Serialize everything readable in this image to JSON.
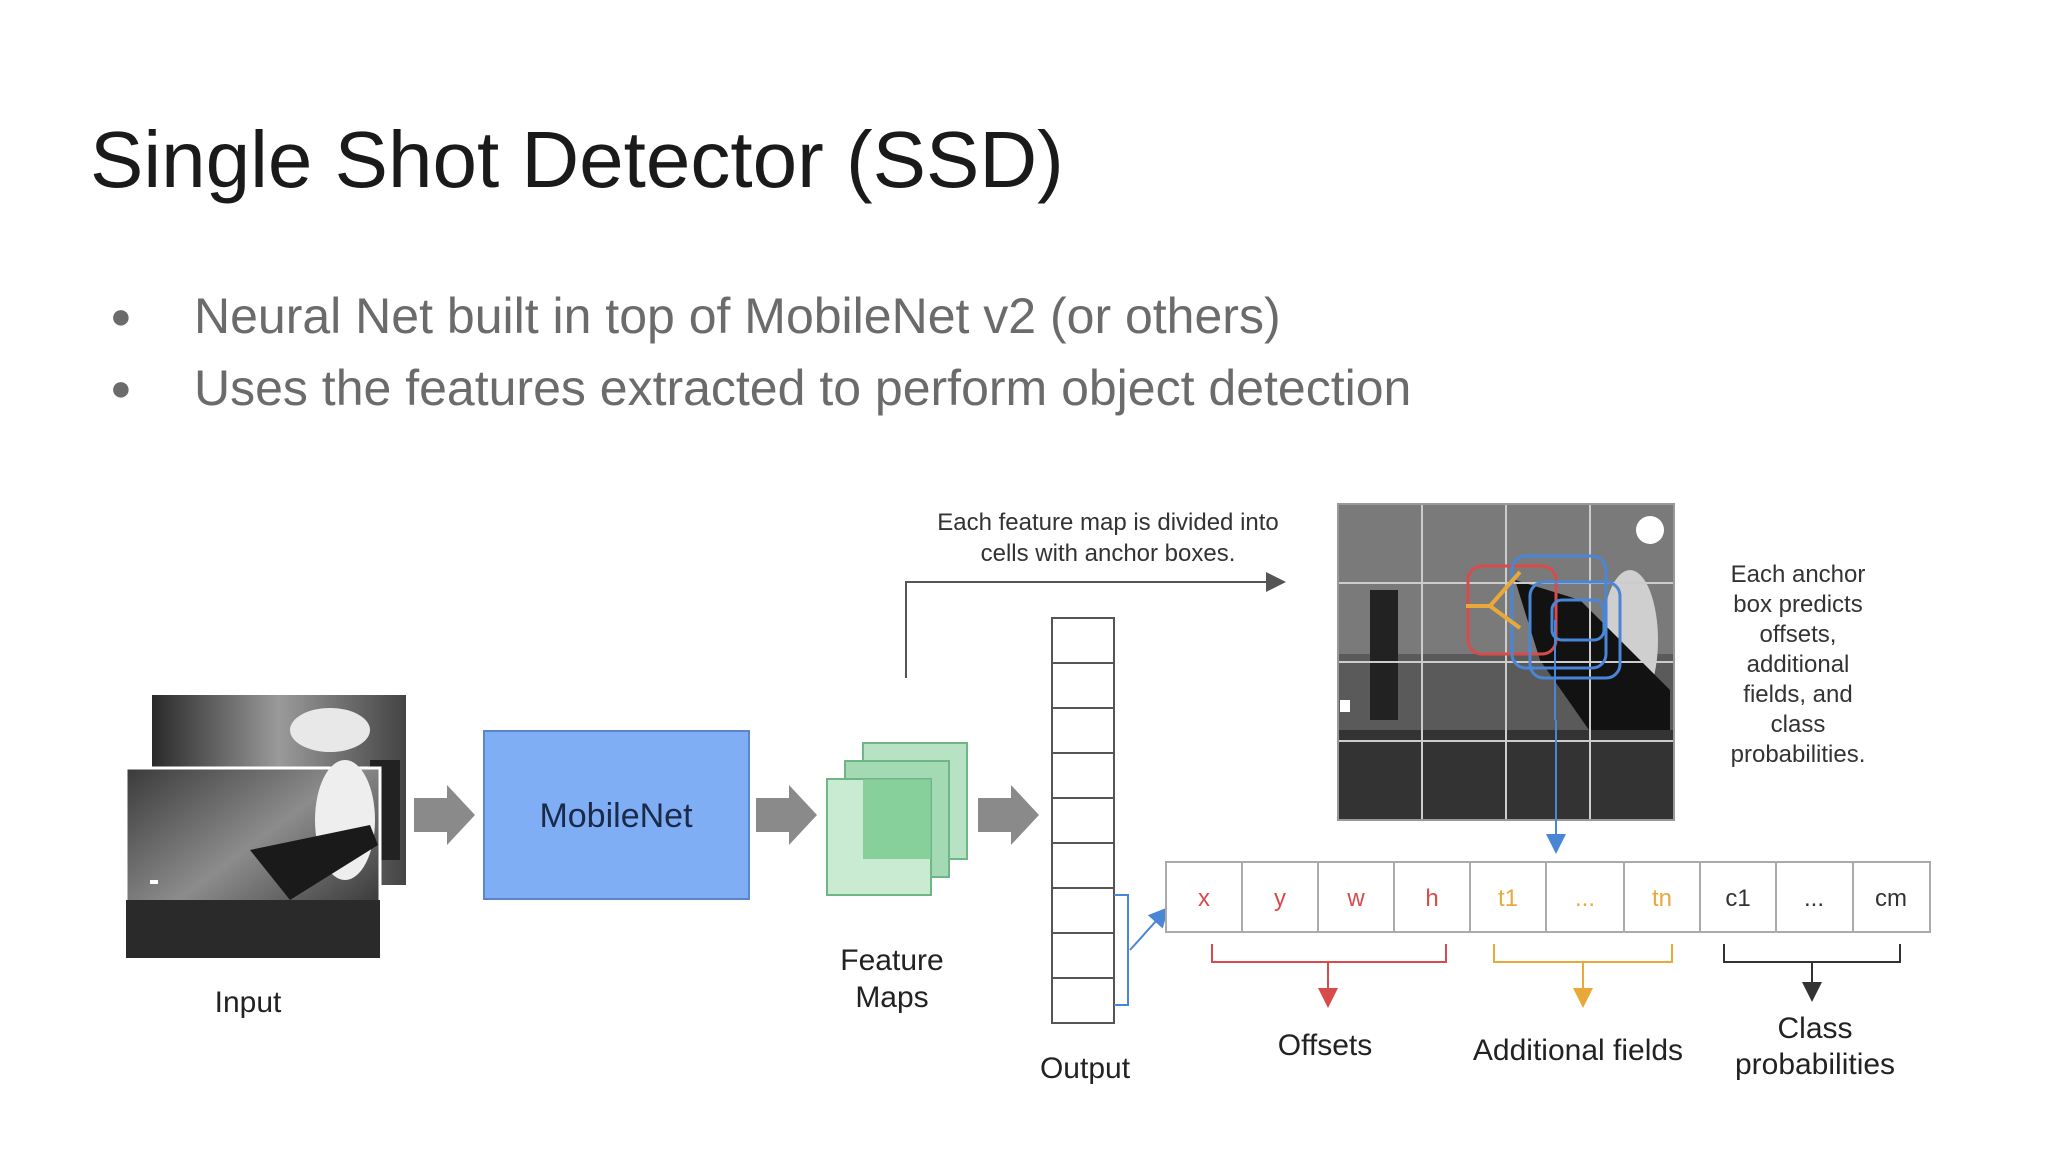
{
  "slide": {
    "title": "Single Shot Detector (SSD)",
    "bullets": [
      "Neural Net built in top of MobileNet v2 (or others)",
      "Uses the features extracted to perform object detection"
    ]
  },
  "diagram": {
    "input_label": "Input",
    "mobilenet_label": "MobileNet",
    "feature_maps_label": [
      "Feature",
      "Maps"
    ],
    "output_label": "Output",
    "anchor_note": [
      "Each feature map is divided into",
      "cells with anchor boxes."
    ],
    "prediction_note": [
      "Each anchor",
      "box predicts",
      "offsets,",
      "additional",
      "fields, and",
      "class",
      "probabilities."
    ],
    "vector_cells": {
      "offsets": [
        "x",
        "y",
        "w",
        "h"
      ],
      "additional": [
        "t1",
        "...",
        "tn"
      ],
      "classes": [
        "c1",
        "...",
        "cm"
      ]
    },
    "group_labels": {
      "offsets": "Offsets",
      "additional": "Additional fields",
      "classes": [
        "Class",
        "probabilities"
      ]
    },
    "colors": {
      "mobilenet": "#80aef5",
      "feature_maps": "#93d3a5",
      "offsets": "#d94a4a",
      "additional": "#e8a93a",
      "classes": "#333333",
      "arrow": "#8a8a8a",
      "link_blue": "#4a86d6"
    }
  }
}
